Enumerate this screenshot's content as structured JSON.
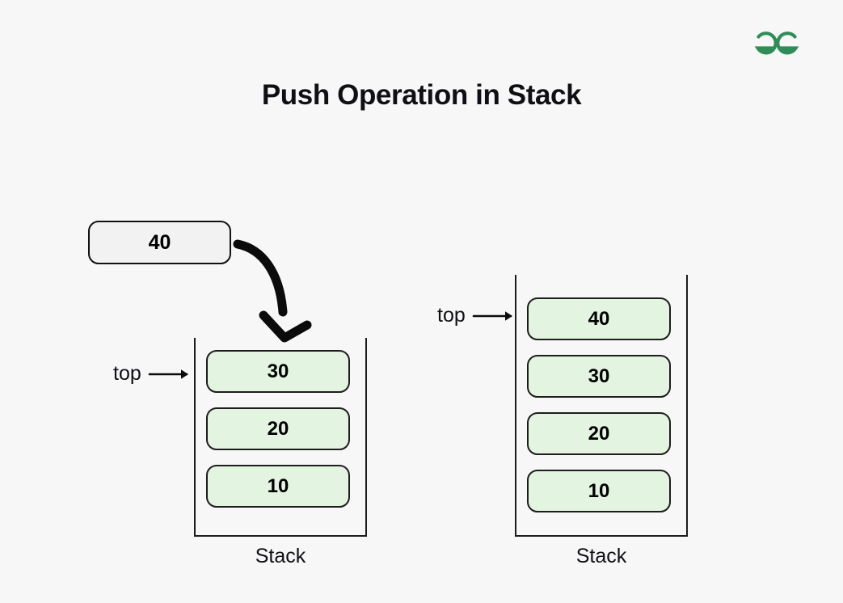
{
  "page": {
    "background_color": "#f7f7f7",
    "title": "Push Operation in Stack"
  },
  "brand": {
    "name": "geeksforgeeks-logo",
    "color": "#2f8d58"
  },
  "push_element": {
    "label": "push-element-box",
    "value": "40",
    "fill_color": "#f2f2f2",
    "border_color": "#111111"
  },
  "push_arrow": {
    "name": "curved-push-arrow",
    "color": "#000000"
  },
  "cell_colors": {
    "fill": "#e3f5e0",
    "border": "#1d1d1d"
  },
  "stacks": [
    {
      "id": "before",
      "caption": "Stack",
      "top_label": "top",
      "top_points_to": "30",
      "cells": [
        "30",
        "20",
        "10"
      ]
    },
    {
      "id": "after",
      "caption": "Stack",
      "top_label": "top",
      "top_points_to": "40",
      "cells": [
        "40",
        "30",
        "20",
        "10"
      ]
    }
  ],
  "chart_data": {
    "type": "diagram",
    "title": "Push Operation in Stack",
    "description": "Stack push operation: value 40 is pushed onto a stack containing 30, 20, 10; after the push the stack contains 40, 30, 20, 10 and top points to 40.",
    "before": {
      "cells": [
        "30",
        "20",
        "10"
      ],
      "top": "30"
    },
    "after": {
      "cells": [
        "40",
        "30",
        "20",
        "10"
      ],
      "top": "40"
    },
    "pushed_value": "40"
  }
}
